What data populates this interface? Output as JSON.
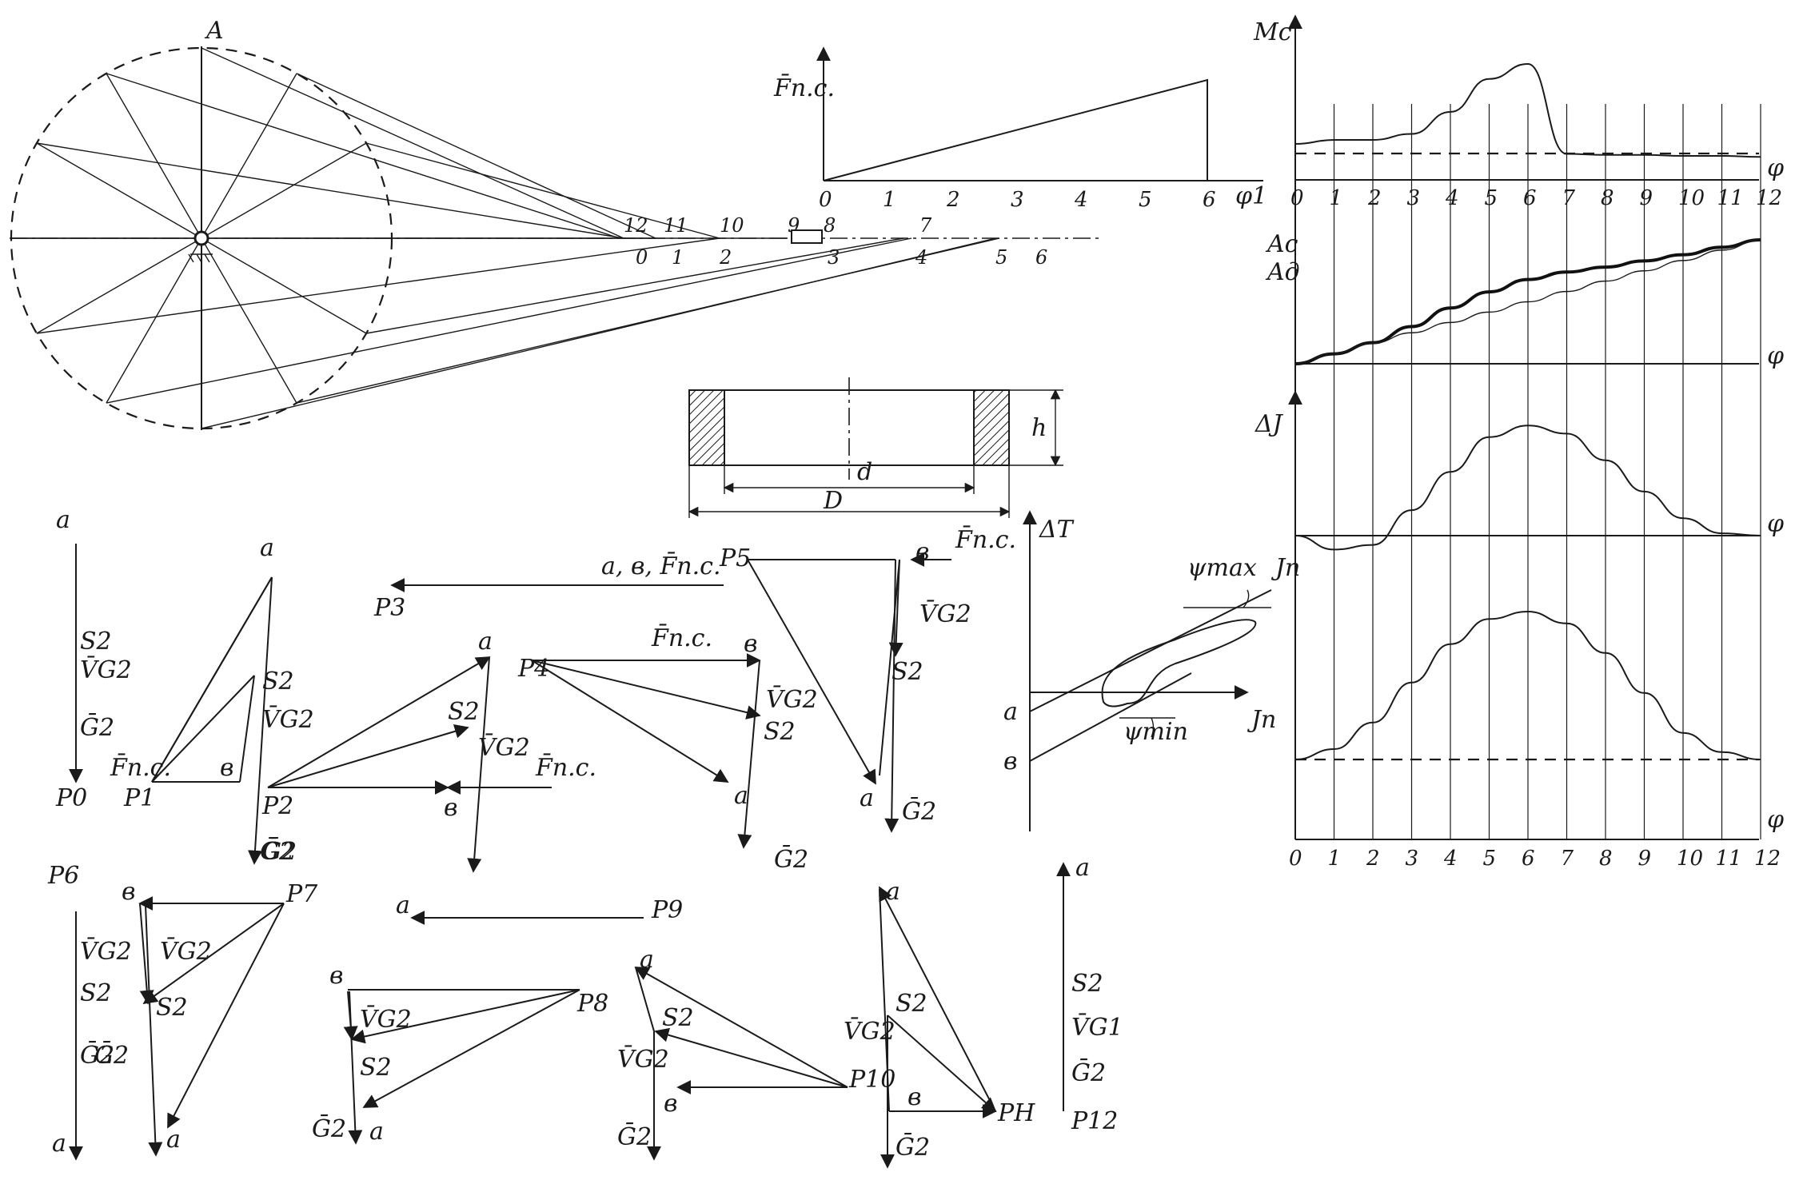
{
  "mechanism": {
    "point_a": "A",
    "slider_ticks": [
      "12",
      "11",
      "10",
      "9",
      "8",
      "7",
      "0",
      "1",
      "2",
      "3",
      "4",
      "5",
      "6"
    ]
  },
  "force_diagram": {
    "axis_label": "F̄п.с.",
    "angle_label": "φ1",
    "ticks": [
      "0",
      "1",
      "2",
      "3",
      "4",
      "5",
      "6"
    ]
  },
  "ring": {
    "h": "h",
    "d": "d",
    "D": "D"
  },
  "wittenbauer": {
    "y_label": "ΔT",
    "x_label": "Jп",
    "x2_label": "Jп",
    "psi_max": "ψmax",
    "psi_min": "ψmin",
    "a": "a",
    "b": "в"
  },
  "plans": [
    {
      "id": "p0",
      "labels": [
        "a",
        "S2",
        "V̄G2",
        "Ḡ2",
        "P0"
      ]
    },
    {
      "id": "p1",
      "labels": [
        "a",
        "S2",
        "V̄G2",
        "F̄п.с.",
        "P1",
        "в",
        "Ḡ2"
      ]
    },
    {
      "id": "p2",
      "labels": [
        "a",
        "S2",
        "V̄G2",
        "F̄п.с.",
        "P2",
        "в",
        "Ḡ2"
      ]
    },
    {
      "id": "p3",
      "labels": [
        "a, в, F̄п.с.",
        "P3"
      ]
    },
    {
      "id": "p4",
      "labels": [
        "P4",
        "F̄п.с.",
        "в",
        "V̄G2",
        "S2",
        "a",
        "Ḡ2"
      ]
    },
    {
      "id": "p5",
      "labels": [
        "P5",
        "в",
        "F̄п.с.",
        "V̄G2",
        "S2",
        "a",
        "Ḡ2"
      ]
    },
    {
      "id": "p6",
      "labels": [
        "P6",
        "V̄G2",
        "S2",
        "Ḡ2",
        "a"
      ]
    },
    {
      "id": "p7",
      "labels": [
        "в",
        "P7",
        "V̄G2",
        "S2",
        "Ḡ2",
        "a"
      ]
    },
    {
      "id": "p9",
      "labels": [
        "a",
        "P9"
      ]
    },
    {
      "id": "p8",
      "labels": [
        "в",
        "P8",
        "V̄G2",
        "S2",
        "Ḡ2",
        "a"
      ]
    },
    {
      "id": "p10",
      "labels": [
        "a",
        "S2",
        "V̄G2",
        "P10",
        "в",
        "Ḡ2"
      ]
    },
    {
      "id": "p11",
      "labels": [
        "a",
        "S2",
        "V̄G2",
        "в",
        "PH",
        "Ḡ2"
      ]
    },
    {
      "id": "p12",
      "labels": [
        "a",
        "S2",
        "V̄G1",
        "Ḡ2",
        "P12"
      ]
    }
  ],
  "charts": {
    "mc_label": "Mc",
    "ac_label": "Ac",
    "ad_label": "Aд",
    "dt_label": "ΔJ",
    "phi_label": "φ",
    "phi_ticks": [
      "0",
      "1",
      "2",
      "3",
      "4",
      "5",
      "6",
      "7",
      "8",
      "9",
      "10",
      "11",
      "12"
    ]
  },
  "chart_data": [
    {
      "type": "line",
      "title": "",
      "ylabel": "Mc",
      "xlabel": "φ",
      "x": [
        0,
        1,
        2,
        3,
        4,
        5,
        6,
        7,
        8,
        9,
        10,
        11,
        12
      ],
      "series": [
        {
          "values": [
            0.2,
            0.24,
            0.24,
            0.3,
            0.52,
            0.85,
            1.0,
            0.1,
            0.09,
            0.09,
            0.08,
            0.08,
            0.07
          ]
        }
      ]
    },
    {
      "type": "line",
      "title": "",
      "ylabel": "Ac",
      "xlabel": "φ",
      "x": [
        0,
        1,
        2,
        3,
        4,
        5,
        6,
        7,
        8,
        9,
        10,
        11,
        12
      ],
      "series": [
        {
          "name": "Ac",
          "values": [
            0,
            0.08,
            0.17,
            0.3,
            0.45,
            0.58,
            0.68,
            0.74,
            0.78,
            0.83,
            0.88,
            0.94,
            1.0
          ]
        },
        {
          "name": "Aд",
          "values": [
            0,
            0.083,
            0.167,
            0.25,
            0.333,
            0.417,
            0.5,
            0.583,
            0.667,
            0.75,
            0.833,
            0.917,
            1.0
          ]
        }
      ]
    },
    {
      "type": "line",
      "title": "",
      "ylabel": "ΔJ",
      "xlabel": "φ",
      "x": [
        0,
        1,
        2,
        3,
        4,
        5,
        6,
        7,
        8,
        9,
        10,
        11,
        12
      ],
      "series": [
        {
          "values": [
            0,
            -0.12,
            -0.08,
            0.22,
            0.55,
            0.85,
            0.95,
            0.88,
            0.65,
            0.38,
            0.15,
            0.02,
            0
          ]
        }
      ]
    },
    {
      "type": "line",
      "title": "",
      "ylabel": "",
      "xlabel": "φ",
      "x": [
        0,
        1,
        2,
        3,
        4,
        5,
        6,
        7,
        8,
        9,
        10,
        11,
        12
      ],
      "series": [
        {
          "values": [
            0,
            0.07,
            0.25,
            0.52,
            0.78,
            0.95,
            1.0,
            0.92,
            0.72,
            0.45,
            0.18,
            0.05,
            0
          ]
        }
      ]
    }
  ]
}
